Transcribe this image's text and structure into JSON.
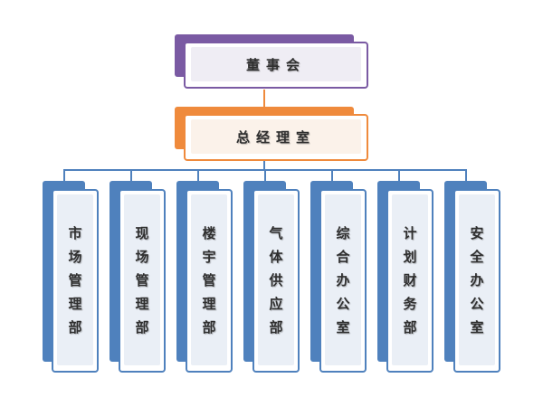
{
  "org_chart": {
    "top": {
      "label": "董事会"
    },
    "second": {
      "label": "总经理室"
    },
    "departments": [
      {
        "label": "市场管理部"
      },
      {
        "label": "现场管理部"
      },
      {
        "label": "楼宇管理部"
      },
      {
        "label": "气体供应部"
      },
      {
        "label": "综合办公室"
      },
      {
        "label": "计划财务部"
      },
      {
        "label": "安全办公室"
      }
    ]
  },
  "colors": {
    "board": "#7a5aa3",
    "gm_office": "#ef8a3c",
    "departments": "#4f81bd",
    "board_fill": "#efedf4",
    "gm_fill": "#fbf2ea",
    "dept_fill": "#eaeff6"
  }
}
